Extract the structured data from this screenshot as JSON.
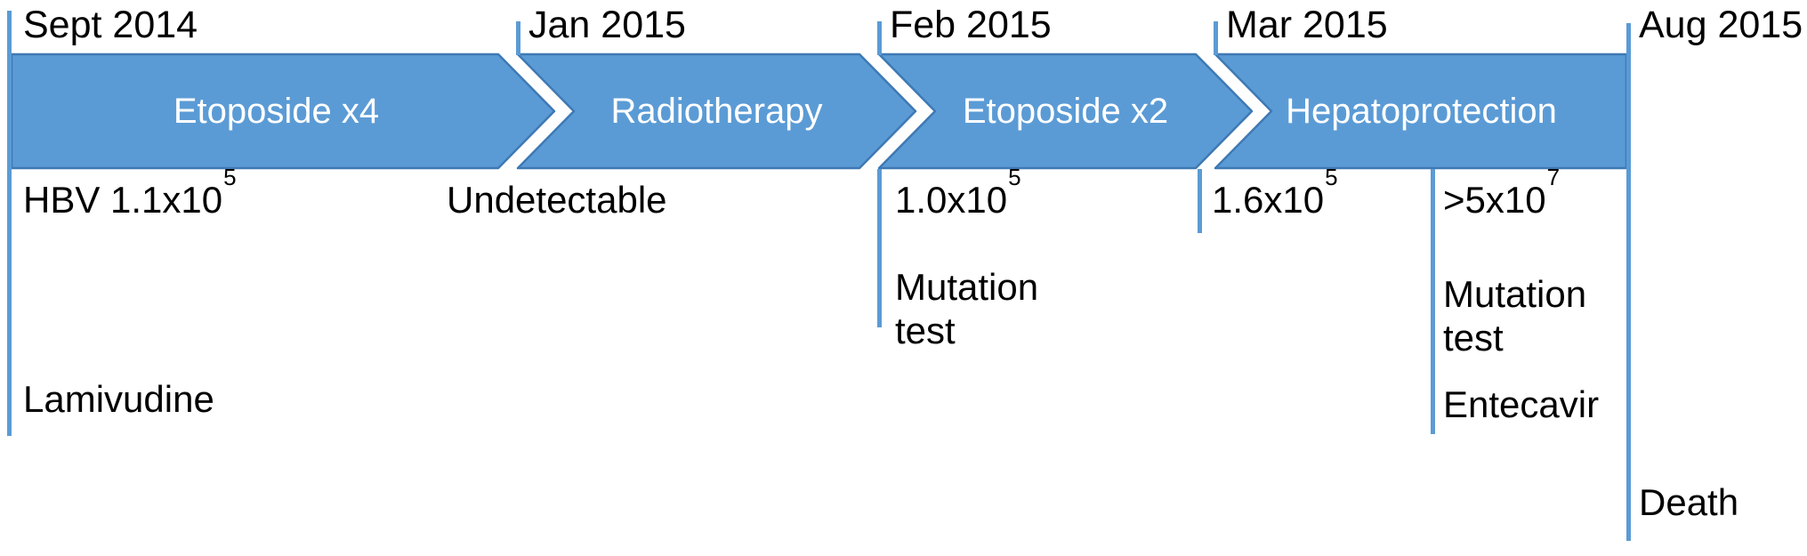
{
  "colors": {
    "arrow_fill": "#5b9bd5",
    "arrow_border": "#3e79b4",
    "tick_line": "#5b9bd5",
    "text": "#000000",
    "phase_text": "#ffffff"
  },
  "dates": [
    {
      "label": "Sept 2014"
    },
    {
      "label": "Jan 2015"
    },
    {
      "label": "Feb 2015"
    },
    {
      "label": "Mar 2015"
    },
    {
      "label": "Aug 2015"
    }
  ],
  "phases": [
    {
      "label": "Etoposide x4"
    },
    {
      "label": "Radiotherapy"
    },
    {
      "label": "Etoposide x2"
    },
    {
      "label": "Hepatoprotection"
    }
  ],
  "viral_loads": [
    {
      "text": "HBV 1.1x10",
      "sup": "5"
    },
    {
      "text": "Undetectable",
      "sup": ""
    },
    {
      "text": "1.0x10",
      "sup": "5"
    },
    {
      "text": "1.6x10",
      "sup": "5"
    },
    {
      "text": ">5x10",
      "sup": "7"
    }
  ],
  "events": {
    "mutation_test_1": "Mutation\ntest",
    "mutation_test_2": "Mutation\ntest",
    "lamivudine": "Lamivudine",
    "entecavir": "Entecavir",
    "death": "Death"
  }
}
